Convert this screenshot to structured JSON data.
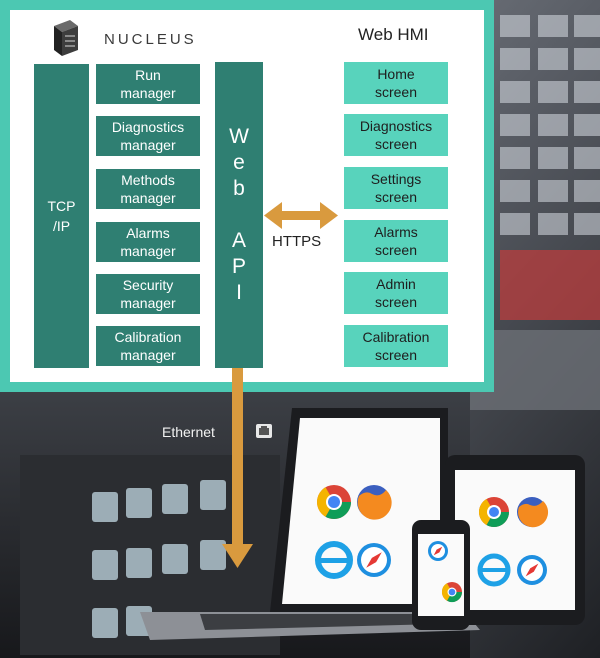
{
  "brand": {
    "name": "NUCLEUS"
  },
  "hmi_title": "Web HMI",
  "left_stack": {
    "tcp_label": "TCP\n/IP"
  },
  "managers": [
    {
      "label": "Run\nmanager"
    },
    {
      "label": "Diagnostics\nmanager"
    },
    {
      "label": "Methods\nmanager"
    },
    {
      "label": "Alarms\nmanager"
    },
    {
      "label": "Security\nmanager"
    },
    {
      "label": "Calibration\nmanager"
    }
  ],
  "web_api": {
    "label": "W\ne\nb\n\nA\nP\nI"
  },
  "https_label": "HTTPS",
  "screens": [
    {
      "label": "Home\nscreen"
    },
    {
      "label": "Diagnostics\nscreen"
    },
    {
      "label": "Settings\nscreen"
    },
    {
      "label": "Alarms\nscreen"
    },
    {
      "label": "Admin\nscreen"
    },
    {
      "label": "Calibration\nscreen"
    }
  ],
  "ethernet_label": "Ethernet",
  "colors": {
    "teal_border": "#4cc8b2",
    "dark_teal": "#2f7f72",
    "light_teal": "#58d3bc",
    "arrow_orange": "#d99a3e"
  },
  "icons": [
    "nucleus-logo-icon",
    "ethernet-port-icon",
    "chrome-icon",
    "firefox-icon",
    "internet-explorer-icon",
    "safari-icon"
  ]
}
